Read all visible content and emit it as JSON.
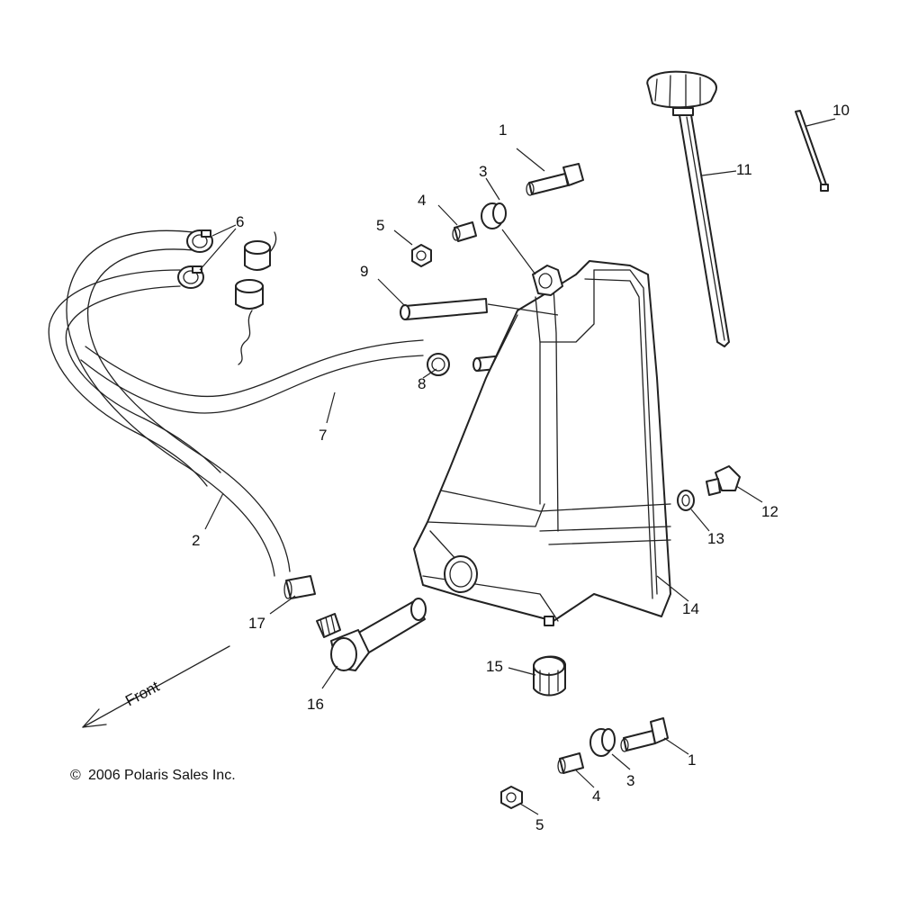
{
  "callouts": {
    "c1a": "1",
    "c1b": "1",
    "c2": "2",
    "c3a": "3",
    "c3b": "3",
    "c4a": "4",
    "c4b": "4",
    "c5a": "5",
    "c5b": "5",
    "c6": "6",
    "c7": "7",
    "c8": "8",
    "c9": "9",
    "c10": "10",
    "c11": "11",
    "c12": "12",
    "c13": "13",
    "c14": "14",
    "c15": "15",
    "c16": "16",
    "c17": "17"
  },
  "front_label": "Front",
  "copyright": "2006 Polaris Sales Inc.",
  "copyright_symbol": "©"
}
